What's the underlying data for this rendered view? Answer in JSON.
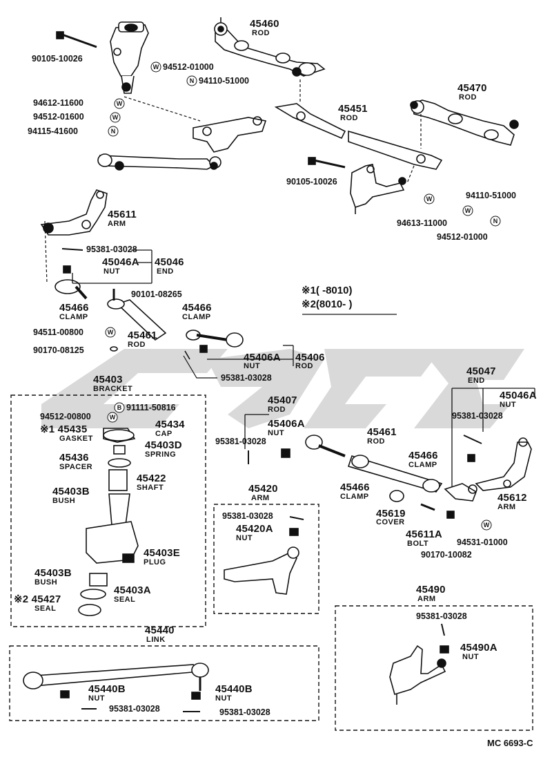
{
  "diagram_code": "MC  6693-C",
  "note": {
    "line1": "※1(      -8010)",
    "line2": "※2(8010-         )"
  },
  "labels": {
    "p45460": "45460",
    "rod_45460": "ROD",
    "p90105a": "90105-10026",
    "w94512a": "94512-01000",
    "n94110a": "94110-51000",
    "p94612": "94612-11600",
    "p94512b": "94512-01600",
    "p94115": "94115-41600",
    "p45470": "45470",
    "rod_45470": "ROD",
    "p45451": "45451",
    "rod_45451": "ROD",
    "p90105b": "90105-10026",
    "n94110b": "94110-51000",
    "p94613": "94613-11000",
    "w94512c": "94512-01000",
    "p45611": "45611",
    "arm_45611": "ARM",
    "p95381a": "95381-03028",
    "p45046A": "45046A",
    "nut_45046A": "NUT",
    "p45046": "45046",
    "end_45046": "END",
    "p90101": "90101-08265",
    "p45466a": "45466",
    "clamp_a": "CLAMP",
    "p45466b": "45466",
    "clamp_b": "CLAMP",
    "p94511": "94511-00800",
    "p45461a": "45461",
    "rod_45461a": "ROD",
    "p90170a": "90170-08125",
    "p45406A_a": "45406A",
    "nut_45406A_a": "NUT",
    "p45406": "45406",
    "rod_45406": "ROD",
    "p95381b": "95381-03028",
    "p45403": "45403",
    "bracket_45403": "BRACKET",
    "p91111": "91111-50816",
    "p94512d": "94512-00800",
    "p45434": "45434",
    "cap_45434": "CAP",
    "p45435": "※1 45435",
    "gasket_45435": "GASKET",
    "p45403D": "45403D",
    "spring_45403D": "SPRING",
    "p45436": "45436",
    "spacer_45436": "SPACER",
    "p45422": "45422",
    "shaft_45422": "SHAFT",
    "p45403B_a": "45403B",
    "bush_a": "BUSH",
    "p45403E": "45403E",
    "plug_45403E": "PLUG",
    "p45403B_b": "45403B",
    "bush_b": "BUSH",
    "p45403A": "45403A",
    "seal_45403A": "SEAL",
    "p45427": "※2 45427",
    "seal_45427": "SEAL",
    "p45407": "45407",
    "rod_45407": "ROD",
    "p45406A_b": "45406A",
    "nut_45406A_b": "NUT",
    "p95381c": "95381-03028",
    "p45461b": "45461",
    "rod_45461b": "ROD",
    "p45047": "45047",
    "end_45047": "END",
    "p45046A_b": "45046A",
    "nut_45046A_b": "NUT",
    "p95381d": "95381-03028",
    "p45466c": "45466",
    "clamp_c": "CLAMP",
    "p45466d": "45466",
    "clamp_d": "CLAMP",
    "p45612": "45612",
    "arm_45612": "ARM",
    "p45619": "45619",
    "cover_45619": "COVER",
    "p45611A": "45611A",
    "bolt_45611A": "BOLT",
    "p94531": "94531-01000",
    "p90170b": "90170-10082",
    "p45420": "45420",
    "arm_45420": "ARM",
    "p95381e": "95381-03028",
    "p45420A": "45420A",
    "nut_45420A": "NUT",
    "p45490": "45490",
    "arm_45490": "ARM",
    "p95381f": "95381-03028",
    "p45490A": "45490A",
    "nut_45490A": "NUT",
    "p45440": "45440",
    "link_45440": "LINK",
    "p45440B_a": "45440B",
    "nut_45440B_a": "NUT",
    "p45440B_b": "45440B",
    "nut_45440B_b": "NUT",
    "p95381g": "95381-03028",
    "p95381h": "95381-03028"
  },
  "markers": {
    "washer": "W",
    "nut": "N",
    "bolt": "B"
  },
  "colors": {
    "ink": "#111111",
    "watermark": "#d9d9d9",
    "background": "#ffffff"
  }
}
